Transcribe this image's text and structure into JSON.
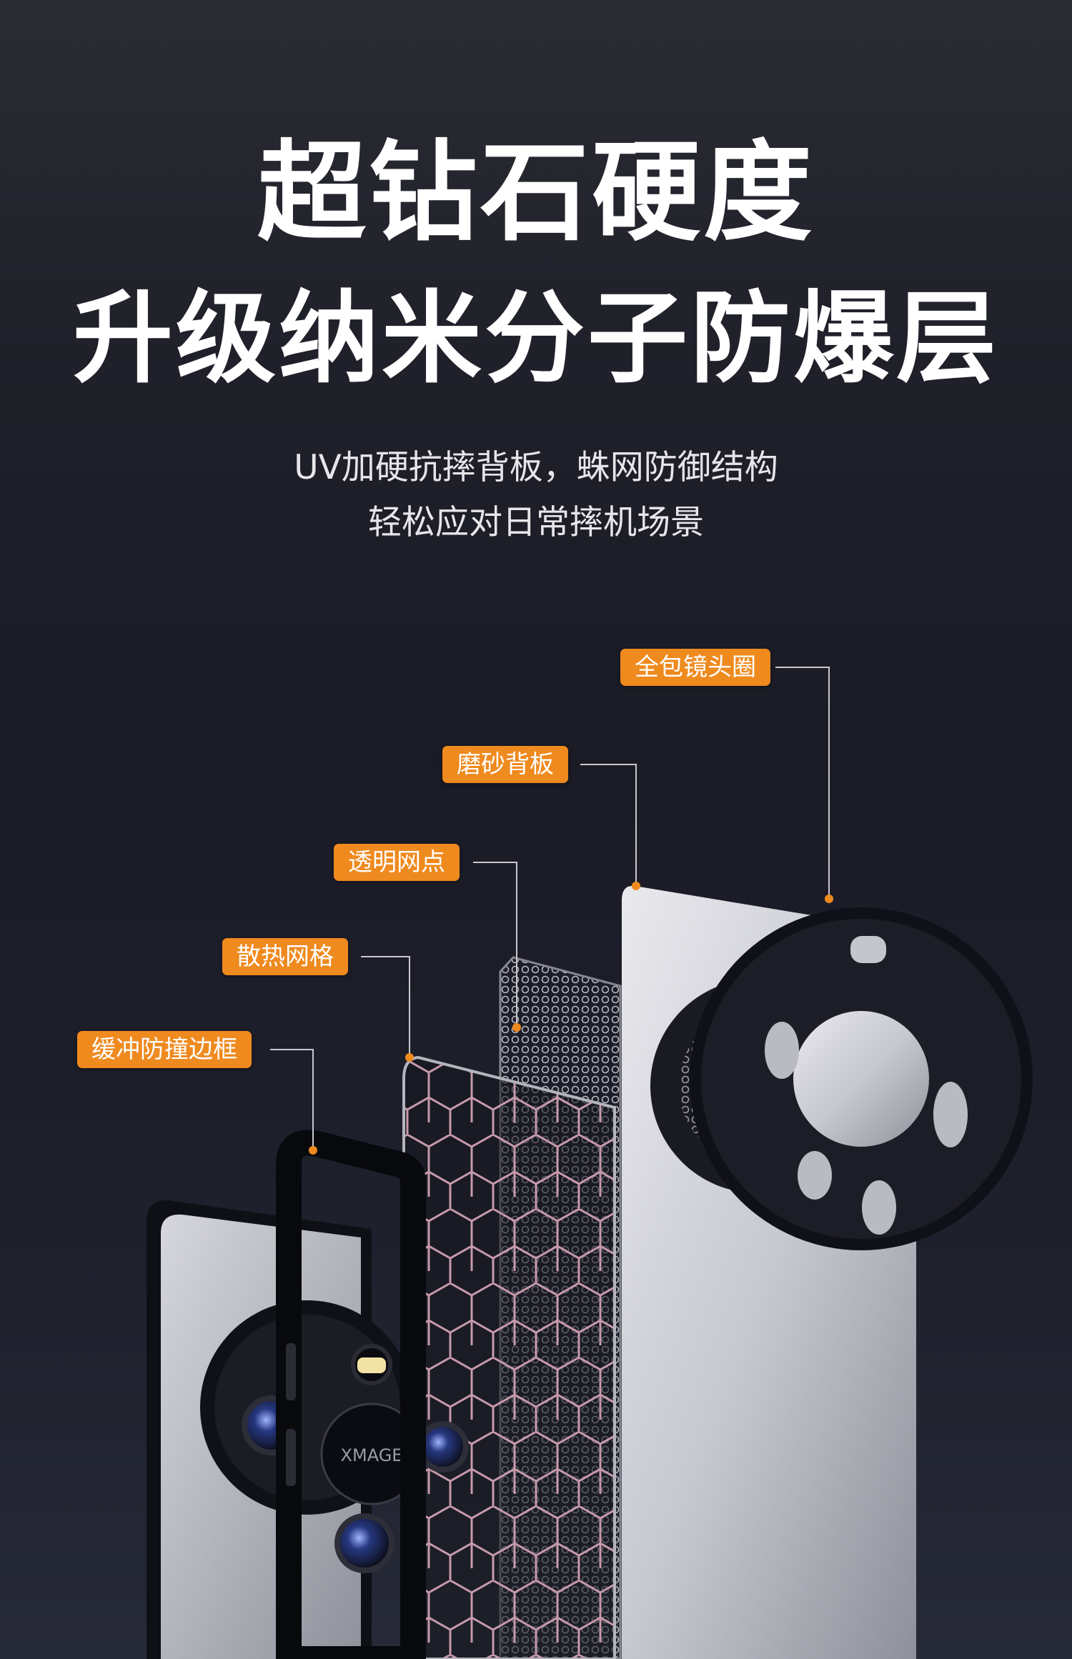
{
  "headline": {
    "line1": "超钻石硬度",
    "line2": "升级纳米分子防爆层"
  },
  "subtitle": {
    "line1": "UV加硬抗摔背板，蛛网防御结构",
    "line2": "轻松应对日常摔机场景"
  },
  "callouts": [
    {
      "label": "全包镜头圈"
    },
    {
      "label": "磨砂背板"
    },
    {
      "label": "透明网点"
    },
    {
      "label": "散热网格"
    },
    {
      "label": "缓冲防撞边框"
    }
  ],
  "phone": {
    "camera_brand": "XMAGE"
  },
  "colors": {
    "accent": "#ef8a1f",
    "background_dark": "#1a1b25",
    "text_light": "#ffffff",
    "leader_line": "#c8c8cc"
  }
}
